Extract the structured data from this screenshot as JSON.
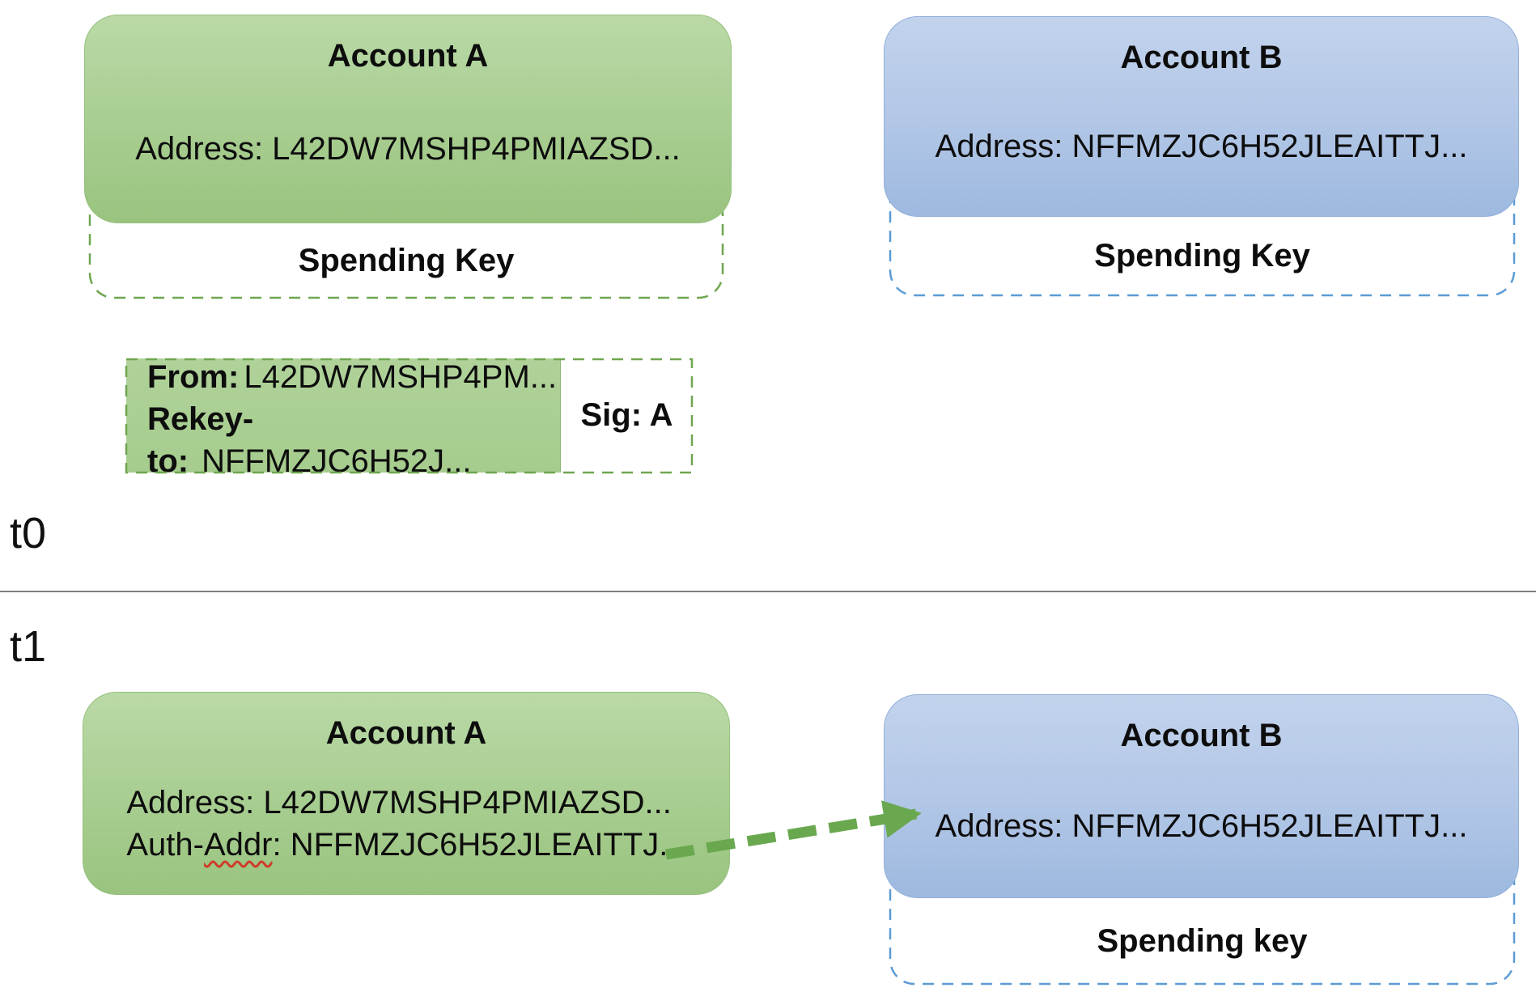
{
  "phase_t0": {
    "time_label": "t0",
    "account_a": {
      "title": "Account A",
      "address": "Address: L42DW7MSHP4PMIAZSD...",
      "spending_key_label": "Spending Key"
    },
    "account_b": {
      "title": "Account B",
      "address": "Address: NFFMZJC6H52JLEAITTJ...",
      "spending_key_label": "Spending Key"
    },
    "rekey_transaction": {
      "from_label": "From:",
      "from_value": "L42DW7MSHP4PM...",
      "rekey_to_label": "Rekey-to:",
      "rekey_to_value": "NFFMZJC6H52J...",
      "signature": "Sig: A"
    }
  },
  "phase_t1": {
    "time_label": "t1",
    "account_a": {
      "title": "Account A",
      "address": "Address: L42DW7MSHP4PMIAZSD...",
      "auth_addr_prefix": "Auth-",
      "auth_addr_flagged_word": "Addr",
      "auth_addr_suffix": ": NFFMZJC6H52JLEAITTJ..."
    },
    "account_b": {
      "title": "Account B",
      "address": "Address: NFFMZJC6H52JLEAITTJ...",
      "spending_key_label": "Spending key"
    }
  },
  "colors": {
    "account_a_fill": "#a7cd90",
    "account_b_fill": "#b1c6e6",
    "green_dash_border": "#6fa650",
    "blue_dash_border": "#5b9bd5",
    "rekey_arrow_green": "#6aa84f",
    "divider_gray": "#7f7f7f",
    "spellcheck_red": "#cf3b2a"
  }
}
